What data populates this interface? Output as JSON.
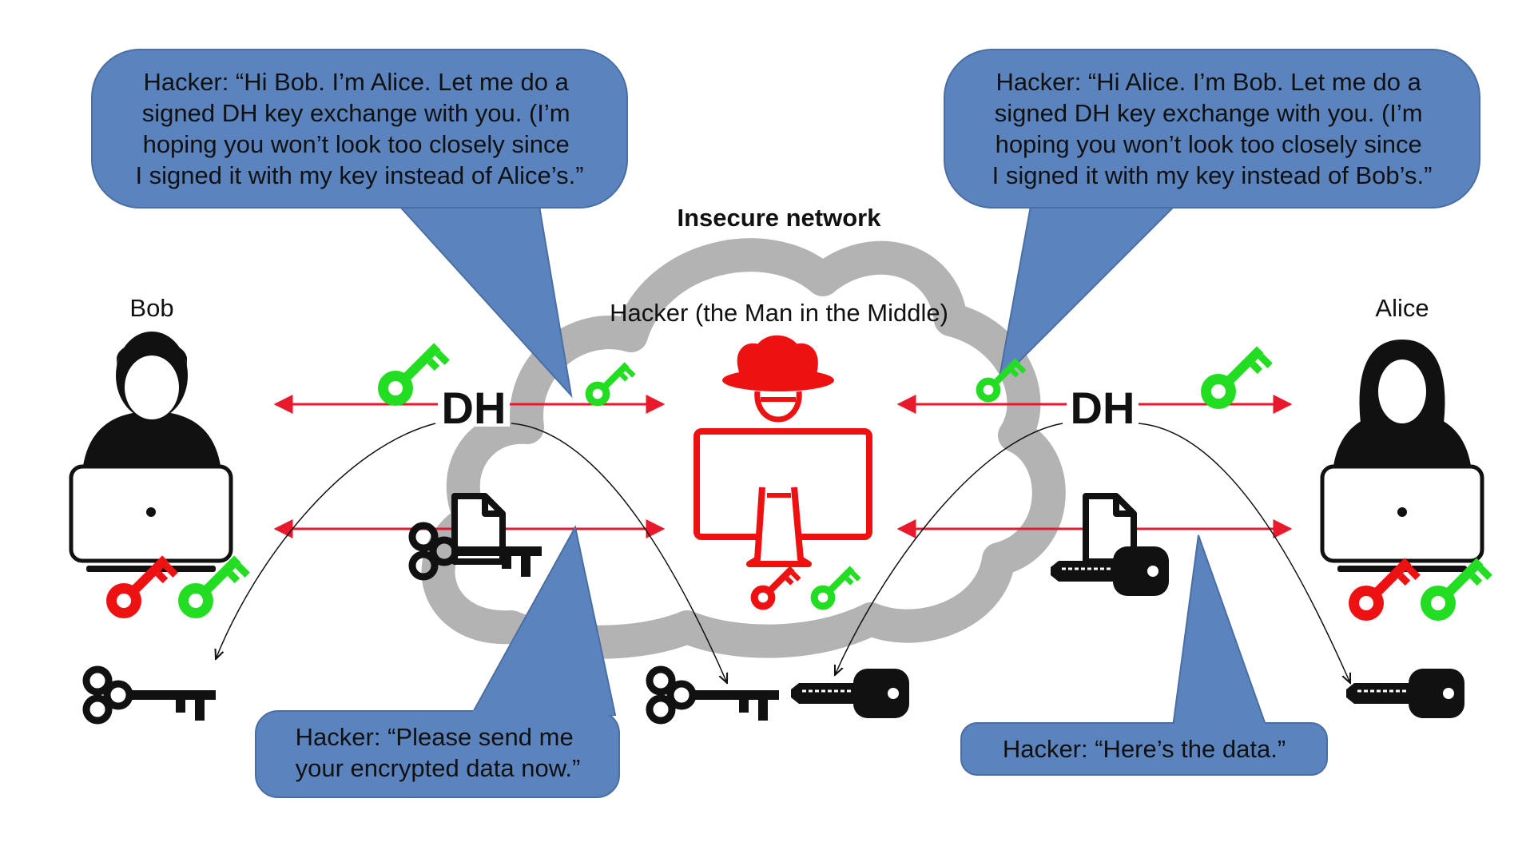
{
  "title": "Insecure network",
  "bob": {
    "label": "Bob"
  },
  "alice": {
    "label": "Alice"
  },
  "hacker": {
    "label": "Hacker (the Man in the Middle)"
  },
  "dh_left": "DH",
  "dh_right": "DH",
  "bubbles": {
    "top_left": [
      "Hacker: “Hi Bob. I’m Alice. Let me do a",
      "signed DH key exchange with you. (I’m",
      "hoping you won’t look too closely since",
      "I signed it with my key instead of Alice’s.”"
    ],
    "top_right": [
      "Hacker: “Hi Alice. I’m Bob. Let me do a",
      "signed DH key exchange with you. (I’m",
      "hoping you won’t look too closely since",
      "I signed it with my key instead of Bob’s.”"
    ],
    "bottom_left": [
      "Hacker: “Please send me",
      "your encrypted data now.”"
    ],
    "bottom_right": [
      "Hacker: “Here’s the data.”"
    ]
  },
  "colors": {
    "bubble_fill": "#5b84bf",
    "arrow": "#e8192c",
    "hacker": "#ee1111",
    "key_red": "#ee1111",
    "key_green": "#22dd22",
    "cloud": "#b3b3b3",
    "ink": "#111111"
  },
  "icons": [
    "user-icon",
    "laptop-icon",
    "hacker-icon",
    "key-icon",
    "document-icon",
    "cloud-icon"
  ]
}
